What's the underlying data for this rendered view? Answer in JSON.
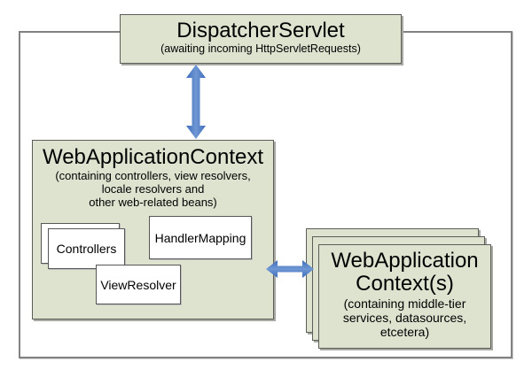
{
  "diagram": {
    "servlet_box": {
      "title": "DispatcherServlet",
      "subtitle": "(awaiting incoming HttpServletRequests)"
    },
    "web_app_context_box": {
      "title": "WebApplicationContext",
      "subtitle": "(containing controllers, view resolvers,\nlocale resolvers and\nother web-related beans)",
      "beans": {
        "controllers": "Controllers",
        "handler_mapping": "HandlerMapping",
        "view_resolver": "ViewResolver"
      }
    },
    "middle_tier_context_box": {
      "title": "WebApplication\nContext(s)",
      "subtitle": "(containing middle-tier\nservices, datasources,\netcetera)"
    },
    "colors": {
      "box_fill": "#dde3cf",
      "box_border": "#5d5d58",
      "arrow_blue": "#4377c8",
      "arrow_blue_light": "#6f97d4",
      "outer_border": "#828282",
      "shadow": "#a8a8a4"
    }
  }
}
